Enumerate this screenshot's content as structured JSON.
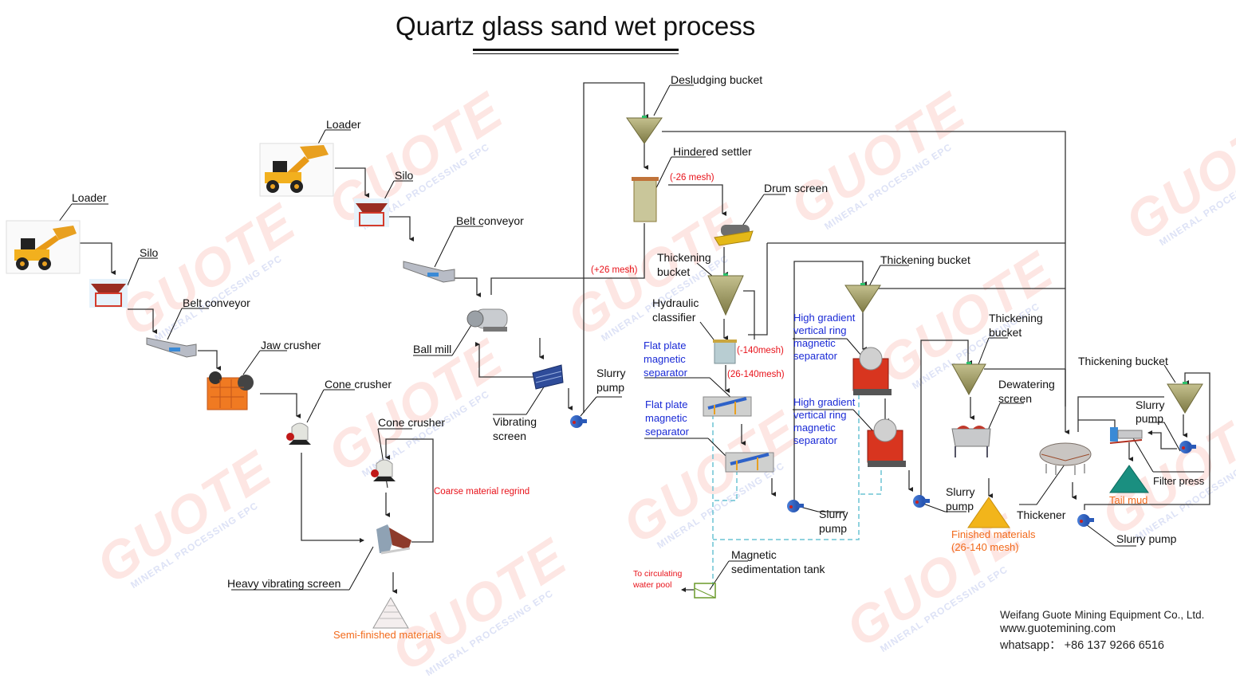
{
  "title": "Quartz glass sand wet process",
  "watermark": {
    "brand": "GUOTE",
    "tagline": "MINERAL PROCESSING EPC"
  },
  "labels": {
    "loader_1": "Loader",
    "silo_1": "Silo",
    "belt_conveyor_1": "Belt conveyor",
    "jaw_crusher": "Jaw crusher",
    "cone_crusher_1": "Cone crusher",
    "cone_crusher_2": "Cone crusher",
    "coarse_regrind": "Coarse material regrind",
    "heavy_vibrating_screen": "Heavy vibrating screen",
    "semi_finished": "Semi-finished materials",
    "loader_2": "Loader",
    "silo_2": "Silo",
    "belt_conveyor_2": "Belt conveyor",
    "ball_mill": "Ball mill",
    "vibrating_screen_1": "Vibrating",
    "vibrating_screen_2": "screen",
    "slurry_pump_1a": "Slurry",
    "slurry_pump_1b": "pump",
    "desludging_bucket": "Desludging bucket",
    "hindered_settler": "Hindered settler",
    "minus26": "(-26 mesh)",
    "plus26": "(+26 mesh)",
    "drum_screen": "Drum screen",
    "thickening_bucket_1a": "Thickening",
    "thickening_bucket_1b": "bucket",
    "hydraulic_classifier_a": "Hydraulic",
    "hydraulic_classifier_b": "classifier",
    "minus140": "(-140mesh)",
    "range26_140": "(26-140mesh)",
    "flat_plate_1a": "Flat plate",
    "flat_plate_1b": "magnetic",
    "flat_plate_1c": "separator",
    "flat_plate_2a": "Flat plate",
    "flat_plate_2b": "magnetic",
    "flat_plate_2c": "separator",
    "thickening_bucket_2": "Thickening bucket",
    "hg_1a": "High gradient",
    "hg_1b": "vertical ring",
    "hg_1c": "magnetic",
    "hg_1d": "separator",
    "hg_2a": "High gradient",
    "hg_2b": "vertical ring",
    "hg_2c": "magnetic",
    "hg_2d": "separator",
    "slurry_pump_2a": "Slurry",
    "slurry_pump_2b": "pump",
    "magnetic_tank_a": "Magnetic",
    "magnetic_tank_b": "sedimentation tank",
    "circulating_a": "To circulating",
    "circulating_b": "water pool",
    "thickening_bucket_3a": "Thickening",
    "thickening_bucket_3b": "bucket",
    "dewatering_a": "Dewatering",
    "dewatering_b": "screen",
    "slurry_pump_3a": "Slurry",
    "slurry_pump_3b": "pump",
    "finished_a": "Finished materials",
    "finished_b": "(26-140 mesh)",
    "thickener": "Thickener",
    "thickening_bucket_4": "Thickening bucket",
    "slurry_pump_4a": "Slurry",
    "slurry_pump_4b": "pump",
    "filter_press": "Filter press",
    "tail_mud": "Tail mud",
    "slurry_pump_5": "Slurry pump"
  },
  "footer": {
    "company": "Weifang Guote Mining Equipment Co., Ltd.",
    "website": "www.guotemining.com",
    "whatsapp": "whatsapp： +86 137 9266 6516"
  }
}
